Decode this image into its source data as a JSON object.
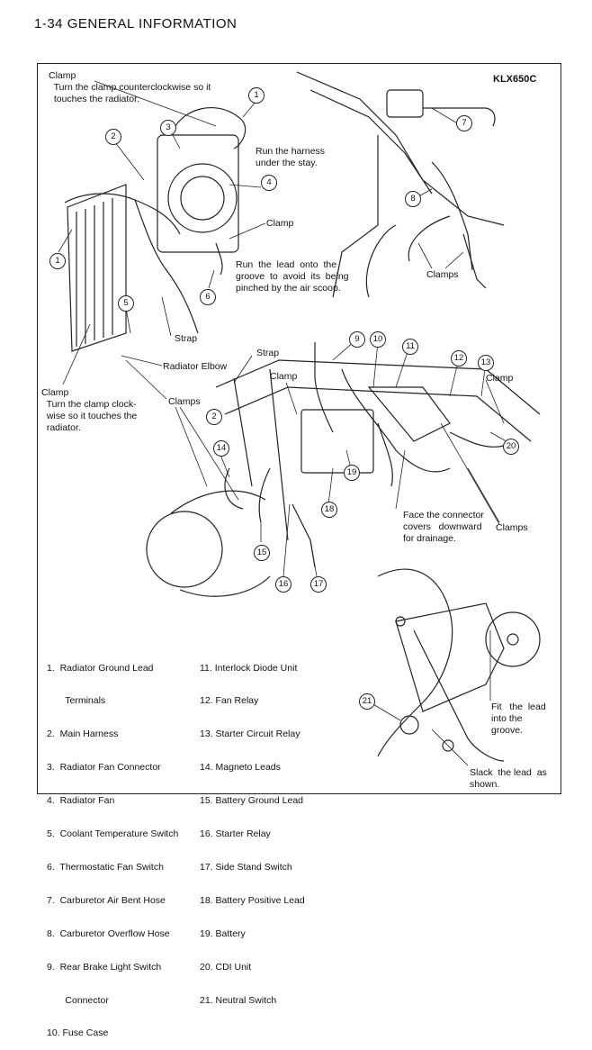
{
  "header": {
    "title": "1-34   GENERAL INFORMATION"
  },
  "model": "KLX650C",
  "callouts": {
    "clamp_top": "Clamp\n  Turn the clamp counterclockwise so it\n  touches the radiator.",
    "run_harness": "Run the harness\nunder the stay.",
    "clamp_fan": "Clamp",
    "run_lead": "Run  the  lead  onto  the\ngroove  to  avoid  its  being\npinched by the air scoop.",
    "strap_left": "Strap",
    "radiator_elbow": "Radiator Elbow",
    "clamp_bottom": "Clamp\n  Turn the clamp clock-\n  wise so it touches the\n  radiator.",
    "clamps_left": "Clamps",
    "clamps_top_right": "Clamps",
    "strap_mid": "Strap",
    "clamp_mid": "Clamp",
    "clamp_right": "Clamp",
    "face_connector": "Face the connector\ncovers   downward\nfor drainage.",
    "clamps_mid_right": "Clamps",
    "fit_lead": "Fit   the  lead\ninto the\ngroove.",
    "slack_lead": "Slack  the lead  as\nshown."
  },
  "numbers": [
    "1",
    "2",
    "3",
    "4",
    "1",
    "5",
    "6",
    "7",
    "8",
    "9",
    "10",
    "11",
    "12",
    "13",
    "2",
    "14",
    "15",
    "16",
    "17",
    "18",
    "19",
    "20",
    "21"
  ],
  "legend_left": [
    "1.  Radiator Ground Lead",
    "       Terminals",
    "2.  Main Harness",
    "3.  Radiator Fan Connector",
    "4.  Radiator Fan",
    "5.  Coolant Temperature Switch",
    "6.  Thermostatic Fan Switch",
    "7.  Carburetor Air Bent Hose",
    "8.  Carburetor Overflow Hose",
    "9.  Rear Brake Light Switch",
    "       Connector",
    "10. Fuse Case"
  ],
  "legend_right": [
    "11. Interlock Diode Unit",
    "12. Fan Relay",
    "13. Starter Circuit Relay",
    "14. Magneto Leads",
    "15. Battery Ground Lead",
    "16. Starter Relay",
    "17. Side Stand Switch",
    "18. Battery Positive Lead",
    "19. Battery",
    "20. CDI Unit",
    "21. Neutral Switch"
  ]
}
